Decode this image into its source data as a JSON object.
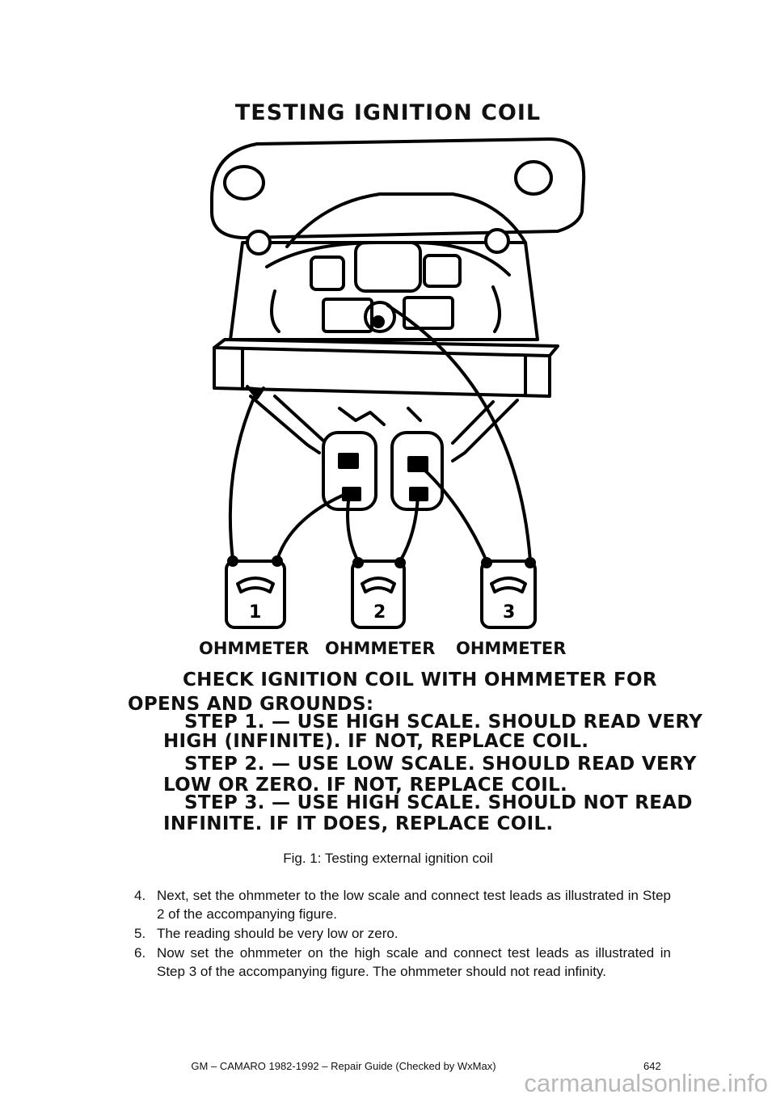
{
  "figure": {
    "title": "TESTING IGNITION COIL",
    "meters": [
      {
        "number": "1",
        "label": "OHMMETER"
      },
      {
        "number": "2",
        "label": "OHMMETER"
      },
      {
        "number": "3",
        "label": "OHMMETER"
      }
    ],
    "instructions": [
      "CHECK IGNITION COIL WITH OHMMETER FOR",
      "OPENS AND GROUNDS:",
      "STEP 1. — USE HIGH SCALE. SHOULD READ VERY",
      "HIGH (INFINITE). IF NOT, REPLACE COIL.",
      "STEP 2. — USE LOW SCALE. SHOULD READ VERY",
      "LOW OR ZERO. IF NOT, REPLACE COIL.",
      "STEP 3. — USE HIGH SCALE. SHOULD NOT READ",
      "INFINITE. IF IT DOES, REPLACE COIL."
    ],
    "caption": "Fig. 1: Testing external ignition coil"
  },
  "steps": [
    {
      "num": "4.",
      "text": "Next, set the ohmmeter to the low scale and connect test leads as illustrated in Step 2 of the accompanying figure."
    },
    {
      "num": "5.",
      "text": "The reading should be very low or zero."
    },
    {
      "num": "6.",
      "text": "Now set the ohmmeter on the high scale and connect test leads as illustrated in Step 3 of the accompanying figure. The ohmmeter should not read infinity."
    }
  ],
  "footer": {
    "title": "GM – CAMARO 1982-1992 – Repair Guide (Checked by WxMax)",
    "page": "642"
  },
  "watermark": "carmanualsonline.info"
}
